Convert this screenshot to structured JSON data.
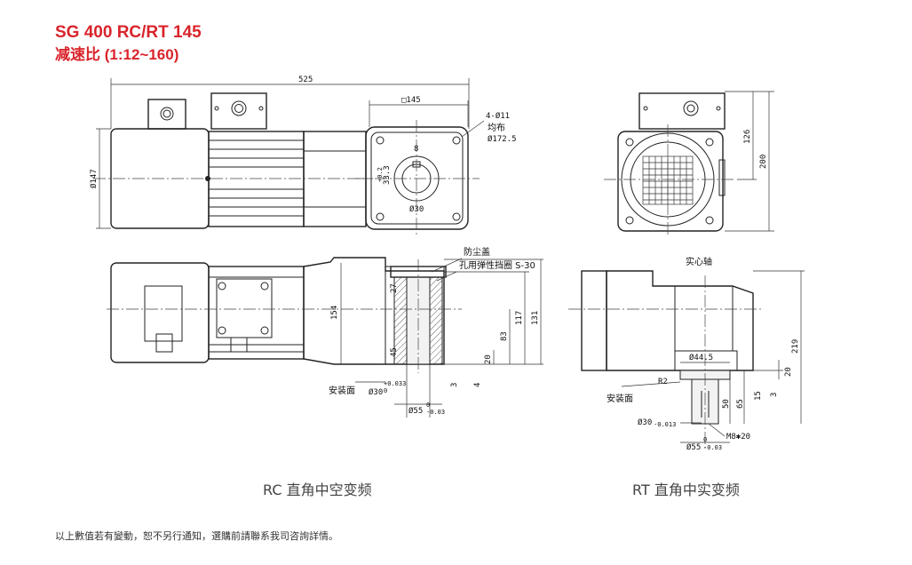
{
  "header": {
    "model": "SG 400 RC/RT 145",
    "ratio": "减速比 (1:12~160)"
  },
  "dims": {
    "overall_length": "525",
    "flange_square": "□145",
    "body_dia": "Ø147",
    "bolt_holes": "4-Ø11",
    "bolt_holes_even": "均布",
    "pcd": "Ø172.5",
    "key_width": "8",
    "key_depth": "33.3",
    "key_depth_tol": "+0.2",
    "shaft_bore": "Ø30",
    "height_126": "126",
    "height_200": "200",
    "d154": "154",
    "d131": "131",
    "d117": "117",
    "d83": "83",
    "d20": "20",
    "d27": "27",
    "d45": "45",
    "d3": "3",
    "d4": "4",
    "bore_rc": "Ø30",
    "bore_rc_tol": "+0.033",
    "bore_rc_tol_lo": "0",
    "spigot_rc": "Ø55",
    "spigot_rc_tol_hi": "0",
    "spigot_rc_tol_lo": "-0.03",
    "d219": "219",
    "d20r": "20",
    "d44_5": "Ø44.5",
    "r2": "R2",
    "d50": "50",
    "d65": "65",
    "d15": "15",
    "d3r": "3",
    "shaft_rt": "Ø30",
    "shaft_rt_tol": "-0.013",
    "spigot_rt": "Ø55",
    "spigot_rt_tol_hi": "0",
    "spigot_rt_tol_lo": "-0.03",
    "thread": "M8✱20"
  },
  "labels": {
    "dust_cover": "防尘盖",
    "circlip": "孔用弹性挡圈 S-30",
    "mount_face_rc": "安装面",
    "mount_face_rt": "安装面",
    "solid_shaft": "实心轴"
  },
  "captions": {
    "rc": "RC 直角中空变频",
    "rt": "RT 直角中实变频"
  },
  "footnote": "以上數值若有變動，恕不另行通知，選購前請聯系我司咨詢詳情。",
  "colors": {
    "title": "#d9242b"
  }
}
